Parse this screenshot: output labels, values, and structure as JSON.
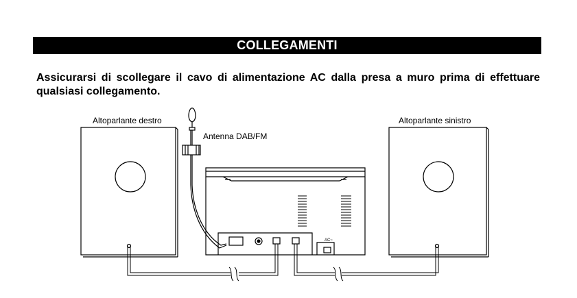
{
  "section": {
    "title": "COLLEGAMENTI",
    "instruction": "Assicurarsi di scollegare il cavo di alimentazione AC dalla presa a muro prima di effettuare qualsiasi collegamento."
  },
  "diagram": {
    "label_right_speaker": "Altoparlante destro",
    "label_left_speaker": "Altoparlante sinistro",
    "label_antenna": "Antenna DAB/FM",
    "label_ac": "AC~"
  }
}
